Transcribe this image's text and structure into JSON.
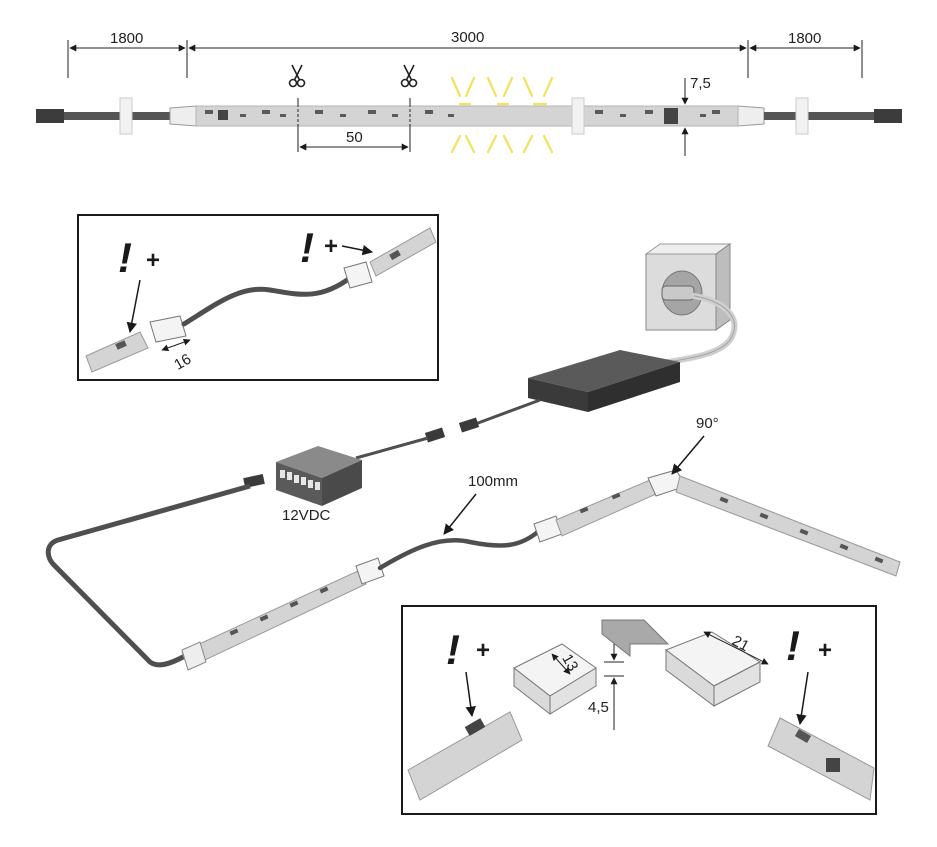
{
  "top_strip": {
    "dim_left": "1800",
    "dim_center": "3000",
    "dim_right": "1800",
    "dim_cut_interval": "50",
    "dim_height": "7,5"
  },
  "inset_top": {
    "warning_symbol": "!",
    "plus_symbol": "+",
    "dim_connector": "16"
  },
  "main": {
    "driver_label": "12VDC",
    "cable_length": "100mm",
    "corner_angle": "90°"
  },
  "inset_bottom": {
    "warning_symbol": "!",
    "plus_symbol": "+",
    "dim_width": "13",
    "dim_thickness": "4,5",
    "dim_length": "21"
  },
  "icons": [
    "scissors-icon",
    "warning-icon",
    "plus-icon",
    "wall-socket-icon"
  ],
  "colors": {
    "strip": "#d2d2d2",
    "cable": "#4f4f4f",
    "light_ray": "#f3e25a",
    "frame": "#1a1a1a",
    "driver": "#3d3d3d"
  }
}
